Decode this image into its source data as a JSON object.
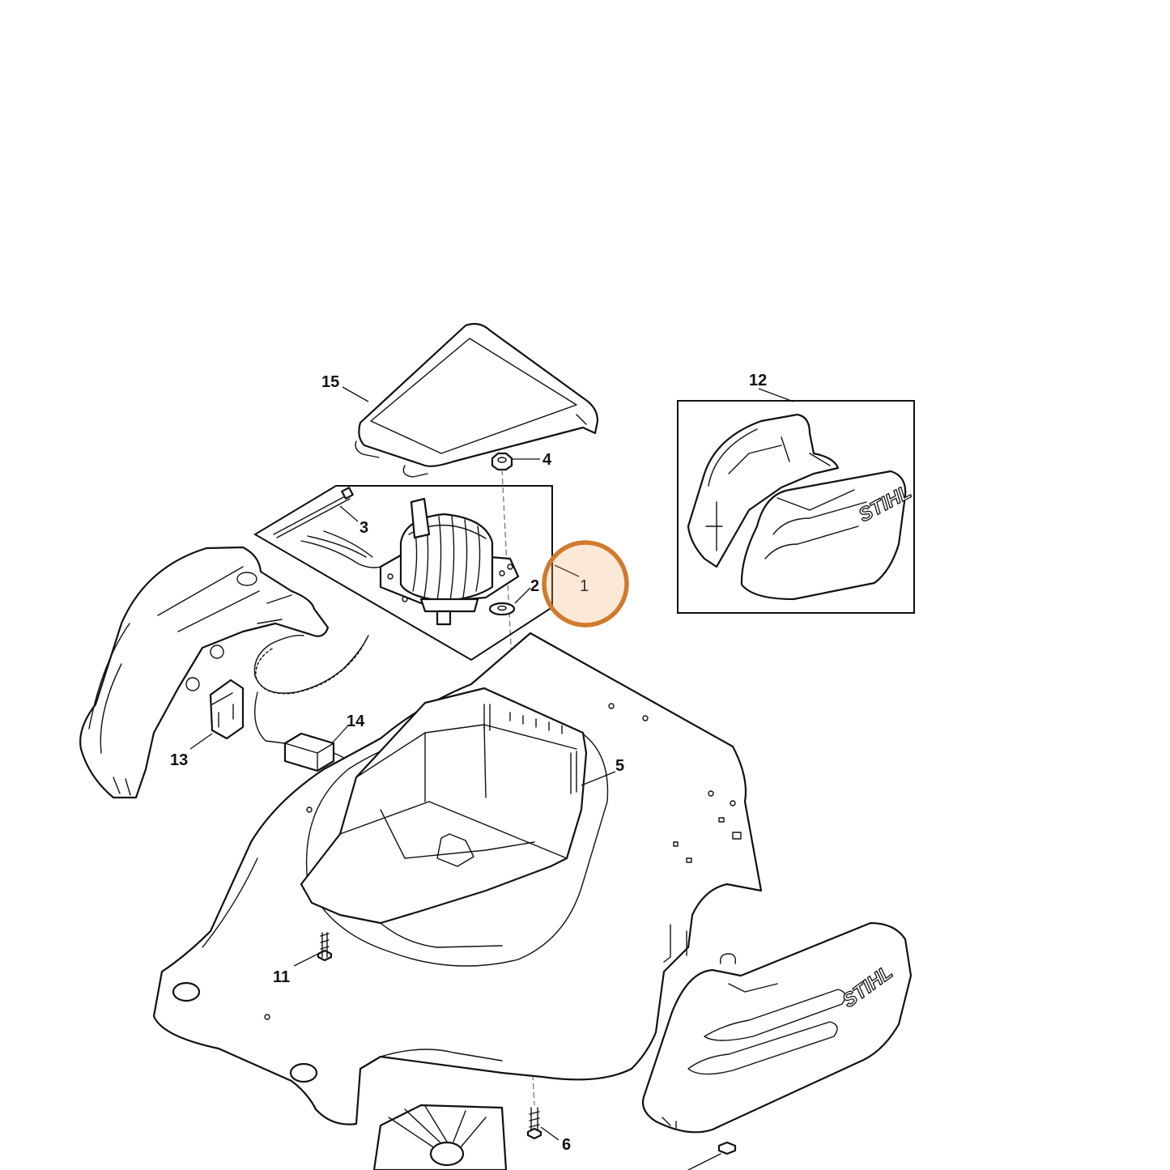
{
  "diagram": {
    "callouts": {
      "c1": "1",
      "c2": "2",
      "c3": "3",
      "c4": "4",
      "c5": "5",
      "c6": "6",
      "c11": "11",
      "c12": "12",
      "c13": "13",
      "c14": "14",
      "c15": "15"
    },
    "brand_marks": {
      "stihl_inset": "STIHL",
      "stihl_cover": "STIHL"
    },
    "highlighted_callout": "1",
    "highlight_color": "#d07a2e"
  }
}
